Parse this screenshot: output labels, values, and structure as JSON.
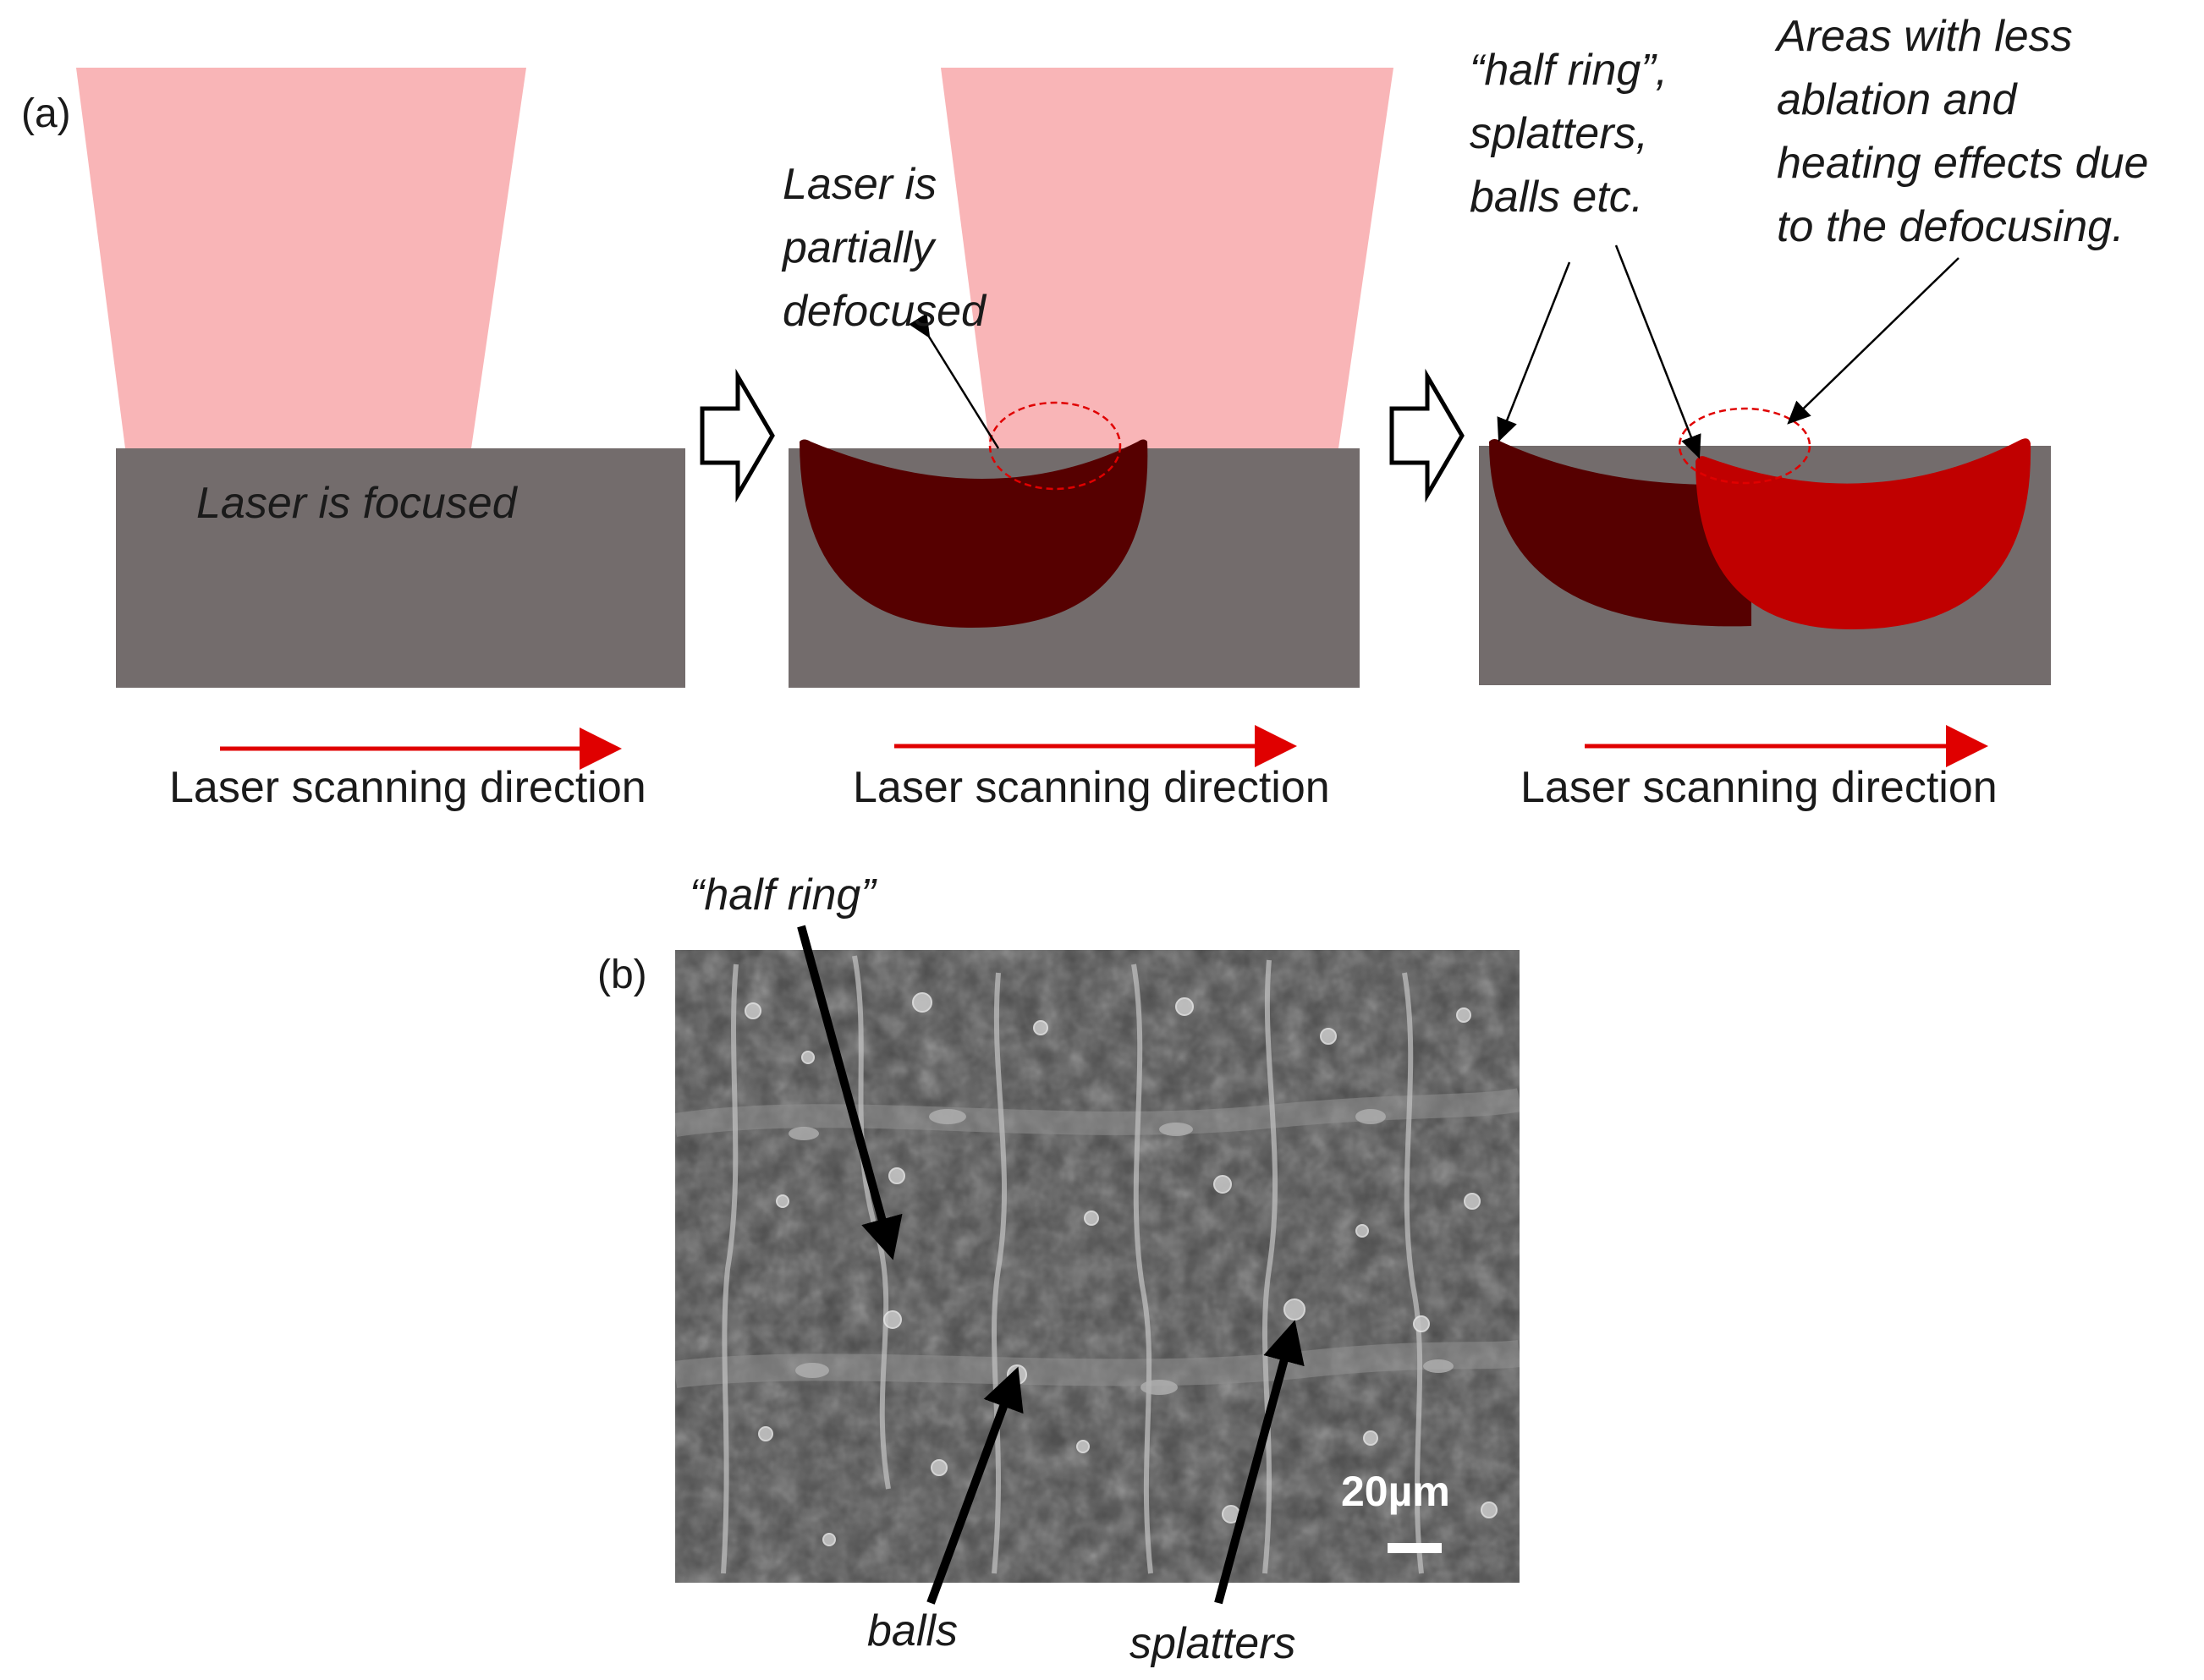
{
  "panel_a": {
    "label": "(a)",
    "focused_text": "Laser is focused",
    "defocused_text": [
      "Laser is",
      "partially",
      "defocused"
    ],
    "half_ring_text": [
      "“half ring”,",
      "splatters,",
      "balls etc."
    ],
    "areas_text": [
      "Areas with less",
      "ablation and",
      "heating effects due",
      "to the defocusing."
    ],
    "direction_label": "Laser scanning direction"
  },
  "panel_b": {
    "label": "(b)",
    "half_ring": "“half ring”",
    "balls": "balls",
    "splatters": "splatters",
    "scale_bar": "20µm"
  },
  "colors": {
    "beam": "#f9b5b7",
    "substrate": "#736c6c",
    "crater_dark": "#560000",
    "crater_red": "#c00000",
    "arrow_red": "#e00000",
    "sem_background": "#4a4a4a"
  }
}
